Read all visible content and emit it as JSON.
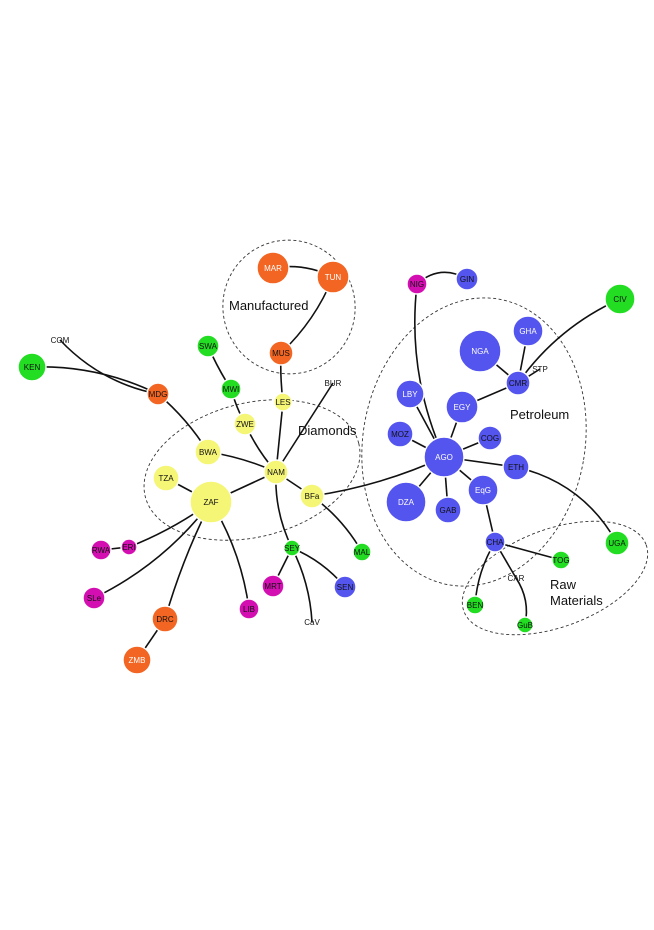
{
  "colors": {
    "orange": "#f26522",
    "green": "#22dd22",
    "yellow": "#f5f576",
    "magenta": "#d40fb1",
    "blue": "#5454ee"
  },
  "clusters": [
    {
      "id": "manufactured",
      "label": "Manufactured"
    },
    {
      "id": "diamonds",
      "label": "Diamonds"
    },
    {
      "id": "petroleum",
      "label": "Petroleum"
    },
    {
      "id": "raw",
      "label_lines": [
        "Raw",
        "Materials"
      ]
    }
  ],
  "nodes": [
    {
      "id": "MAR",
      "label": "MAR",
      "color": "orange"
    },
    {
      "id": "TUN",
      "label": "TUN",
      "color": "orange"
    },
    {
      "id": "MUS",
      "label": "MUS",
      "color": "orange"
    },
    {
      "id": "MDG",
      "label": "MDG",
      "color": "orange"
    },
    {
      "id": "DRC",
      "label": "DRC",
      "color": "orange"
    },
    {
      "id": "ZMB",
      "label": "ZMB",
      "color": "orange"
    },
    {
      "id": "KEN",
      "label": "KEN",
      "color": "green"
    },
    {
      "id": "COM",
      "label": "COM",
      "color": "green"
    },
    {
      "id": "SWA",
      "label": "SWA",
      "color": "green"
    },
    {
      "id": "MWI",
      "label": "MWI",
      "color": "green"
    },
    {
      "id": "BUR",
      "label": "BUR",
      "color": "green"
    },
    {
      "id": "SEY",
      "label": "SEY",
      "color": "green"
    },
    {
      "id": "MAL",
      "label": "MAL",
      "color": "green"
    },
    {
      "id": "CaV",
      "label": "CaV",
      "color": "green"
    },
    {
      "id": "CIV",
      "label": "CIV",
      "color": "green"
    },
    {
      "id": "STP",
      "label": "STP",
      "color": "green"
    },
    {
      "id": "UGA",
      "label": "UGA",
      "color": "green"
    },
    {
      "id": "TOG",
      "label": "TOG",
      "color": "green"
    },
    {
      "id": "BEN",
      "label": "BEN",
      "color": "green"
    },
    {
      "id": "GuB",
      "label": "GuB",
      "color": "green"
    },
    {
      "id": "CAR",
      "label": "CAR",
      "color": "green"
    },
    {
      "id": "ZWE",
      "label": "ZWE",
      "color": "yellow"
    },
    {
      "id": "LES",
      "label": "LES",
      "color": "yellow"
    },
    {
      "id": "BWA",
      "label": "BWA",
      "color": "yellow"
    },
    {
      "id": "NAM",
      "label": "NAM",
      "color": "yellow"
    },
    {
      "id": "TZA",
      "label": "TZA",
      "color": "yellow"
    },
    {
      "id": "ZAF",
      "label": "ZAF",
      "color": "yellow"
    },
    {
      "id": "BFa",
      "label": "BFa",
      "color": "yellow"
    },
    {
      "id": "NIG",
      "label": "NIG",
      "color": "magenta"
    },
    {
      "id": "RWA",
      "label": "RWA",
      "color": "magenta"
    },
    {
      "id": "ERI",
      "label": "ERI",
      "color": "magenta"
    },
    {
      "id": "SLe",
      "label": "SLe",
      "color": "magenta"
    },
    {
      "id": "MRT",
      "label": "MRT",
      "color": "magenta"
    },
    {
      "id": "LIB",
      "label": "LIB",
      "color": "magenta"
    },
    {
      "id": "GIN",
      "label": "GIN",
      "color": "blue"
    },
    {
      "id": "GHA",
      "label": "GHA",
      "color": "blue"
    },
    {
      "id": "NGA",
      "label": "NGA",
      "color": "blue"
    },
    {
      "id": "CMR",
      "label": "CMR",
      "color": "blue"
    },
    {
      "id": "LBY",
      "label": "LBY",
      "color": "blue"
    },
    {
      "id": "EGY",
      "label": "EGY",
      "color": "blue"
    },
    {
      "id": "MOZ",
      "label": "MOZ",
      "color": "blue"
    },
    {
      "id": "COG",
      "label": "COG",
      "color": "blue"
    },
    {
      "id": "AGO",
      "label": "AGO",
      "color": "blue"
    },
    {
      "id": "ETH",
      "label": "ETH",
      "color": "blue"
    },
    {
      "id": "DZA",
      "label": "DZA",
      "color": "blue"
    },
    {
      "id": "EqG",
      "label": "EqG",
      "color": "blue"
    },
    {
      "id": "GAB",
      "label": "GAB",
      "color": "blue"
    },
    {
      "id": "SEN",
      "label": "SEN",
      "color": "blue"
    },
    {
      "id": "CHA",
      "label": "CHA",
      "color": "blue"
    }
  ],
  "edges": [
    [
      "MAR",
      "TUN"
    ],
    [
      "TUN",
      "MUS"
    ],
    [
      "MUS",
      "LES"
    ],
    [
      "KEN",
      "MDG"
    ],
    [
      "COM",
      "MDG"
    ],
    [
      "MDG",
      "BWA"
    ],
    [
      "SWA",
      "MWI"
    ],
    [
      "MWI",
      "ZWE"
    ],
    [
      "ZWE",
      "NAM"
    ],
    [
      "LES",
      "NAM"
    ],
    [
      "BUR",
      "NAM"
    ],
    [
      "BWA",
      "NAM"
    ],
    [
      "NAM",
      "BFa"
    ],
    [
      "NAM",
      "ZAF"
    ],
    [
      "NAM",
      "SEY"
    ],
    [
      "TZA",
      "ZAF"
    ],
    [
      "ZAF",
      "DRC"
    ],
    [
      "DRC",
      "ZMB"
    ],
    [
      "ZAF",
      "SLe"
    ],
    [
      "ZAF",
      "ERI"
    ],
    [
      "ZAF",
      "LIB"
    ],
    [
      "RWA",
      "ERI"
    ],
    [
      "BFa",
      "MAL"
    ],
    [
      "BFa",
      "AGO"
    ],
    [
      "SEY",
      "MRT"
    ],
    [
      "SEY",
      "SEN"
    ],
    [
      "SEY",
      "CaV"
    ],
    [
      "NIG",
      "GIN"
    ],
    [
      "NIG",
      "AGO"
    ],
    [
      "LBY",
      "AGO"
    ],
    [
      "EGY",
      "AGO"
    ],
    [
      "MOZ",
      "AGO"
    ],
    [
      "COG",
      "AGO"
    ],
    [
      "DZA",
      "AGO"
    ],
    [
      "GAB",
      "AGO"
    ],
    [
      "EqG",
      "AGO"
    ],
    [
      "ETH",
      "AGO"
    ],
    [
      "EGY",
      "CMR"
    ],
    [
      "NGA",
      "CMR"
    ],
    [
      "GHA",
      "CMR"
    ],
    [
      "CMR",
      "CIV"
    ],
    [
      "CMR",
      "STP"
    ],
    [
      "ETH",
      "UGA"
    ],
    [
      "EqG",
      "CHA"
    ],
    [
      "CHA",
      "TOG"
    ],
    [
      "CHA",
      "BEN"
    ],
    [
      "CHA",
      "CAR"
    ],
    [
      "CAR",
      "GuB"
    ]
  ]
}
